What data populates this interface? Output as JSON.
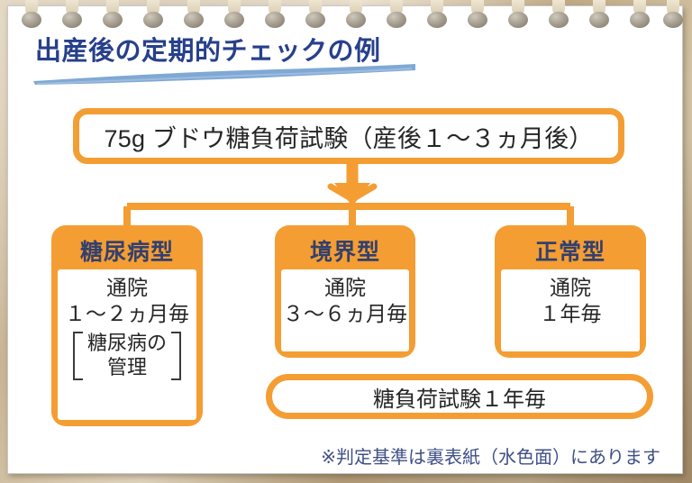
{
  "document": {
    "title": "出産後の定期的チェックの例",
    "type": "flowchart"
  },
  "header": {
    "title": "出産後の定期的チェックの例",
    "underline_color": "#7fa8d4",
    "title_color": "#27408b"
  },
  "flow": {
    "accent_color": "#f49d33",
    "top_box": {
      "label": "75g ブドウ糖負荷試験（産後１～３ヵ月後）"
    },
    "columns": [
      {
        "id": "diabetes",
        "header": "糖尿病型",
        "lines": [
          "通院",
          "１～２ヵ月毎"
        ],
        "bracket_note": [
          "糖尿病の",
          "管理"
        ]
      },
      {
        "id": "borderline",
        "header": "境界型",
        "lines": [
          "通院",
          "３～６ヵ月毎"
        ],
        "bracket_note": null
      },
      {
        "id": "normal",
        "header": "正常型",
        "lines": [
          "通院",
          "１年毎"
        ],
        "bracket_note": null
      }
    ],
    "bottom_box": {
      "label": "糖負荷試験１年毎"
    }
  },
  "footnote": {
    "text": "※判定基準は裏表紙（水色面）にあります"
  },
  "icons": {
    "arrow_down": "down-arrow-icon",
    "spiral_ring": "spiral-ring-icon"
  }
}
